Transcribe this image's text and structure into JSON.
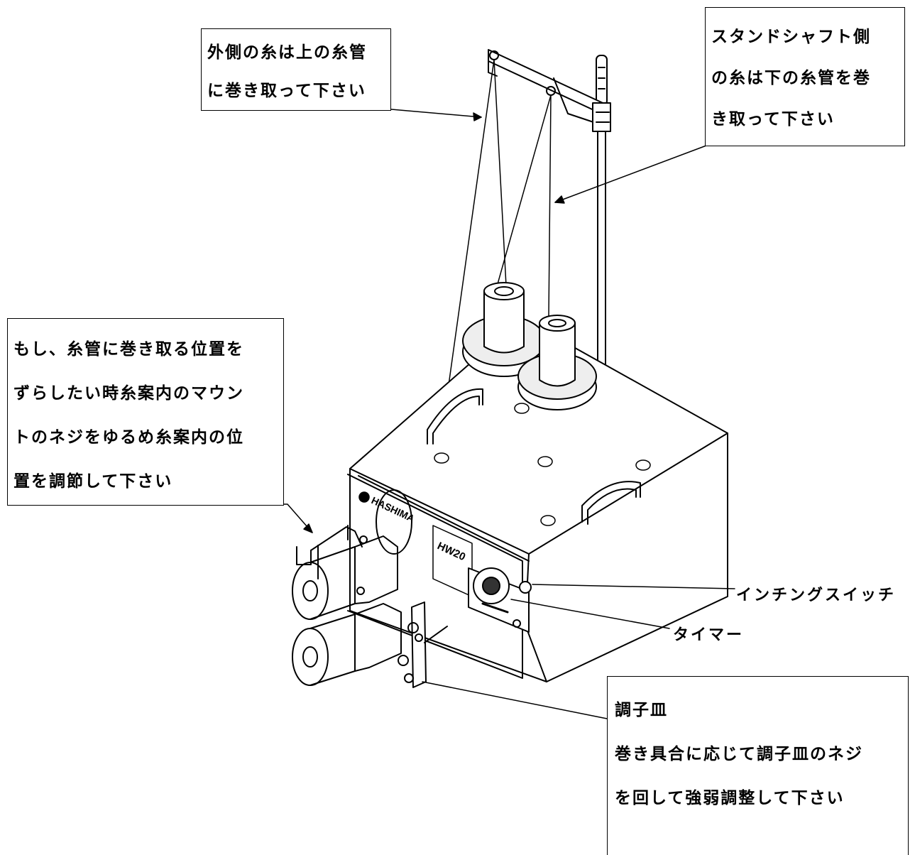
{
  "callouts": {
    "outer_thread": {
      "lines": [
        "外側の糸は上の糸管",
        "に巻き取って下さい"
      ]
    },
    "stand_side_thread": {
      "lines": [
        "スタンドシャフト側",
        "の糸は下の糸管を巻",
        "き取って下さい"
      ]
    },
    "thread_guide": {
      "lines": [
        "もし、糸管に巻き取る位置を",
        "ずらしたい時糸案内のマウン",
        "トのネジをゆるめ糸案内の位",
        "置を調節して下さい"
      ]
    },
    "tension_disc": {
      "lines": [
        "調子皿",
        "巻き具合に応じて調子皿のネジ",
        "を回して強弱調整して下さい"
      ]
    }
  },
  "labels": {
    "inching_switch": "インチングスイッチ",
    "timer": "タイマー"
  },
  "machine": {
    "brand": "HASHIMA",
    "model": "HW20"
  }
}
